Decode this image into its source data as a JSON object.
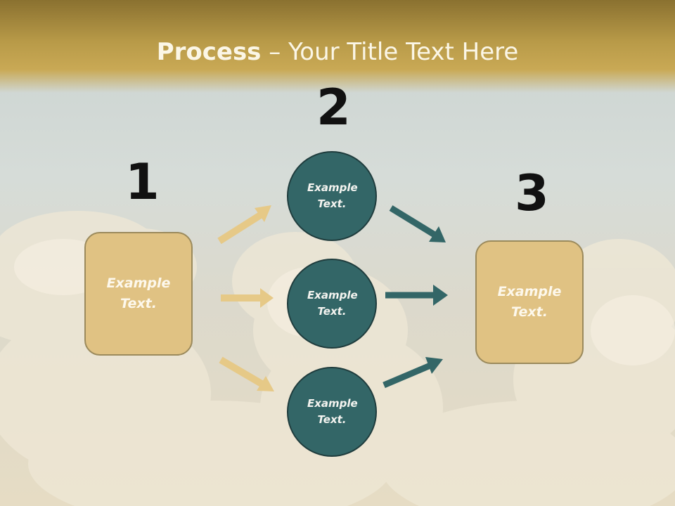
{
  "title": {
    "bold": "Process",
    "rest": " – Your Title Text Here"
  },
  "steps": {
    "one": {
      "number": "1",
      "text": "Example Text."
    },
    "two": {
      "number": "2"
    },
    "three": {
      "number": "3",
      "text": "Example Text."
    }
  },
  "circles": [
    {
      "text": "Example Text."
    },
    {
      "text": "Example Text."
    },
    {
      "text": "Example Text."
    }
  ],
  "colors": {
    "header": "#b89a48",
    "box_fill": "#e0c283",
    "circle_fill": "#336667",
    "arrow_left": "#e6c987",
    "arrow_right": "#336667"
  }
}
